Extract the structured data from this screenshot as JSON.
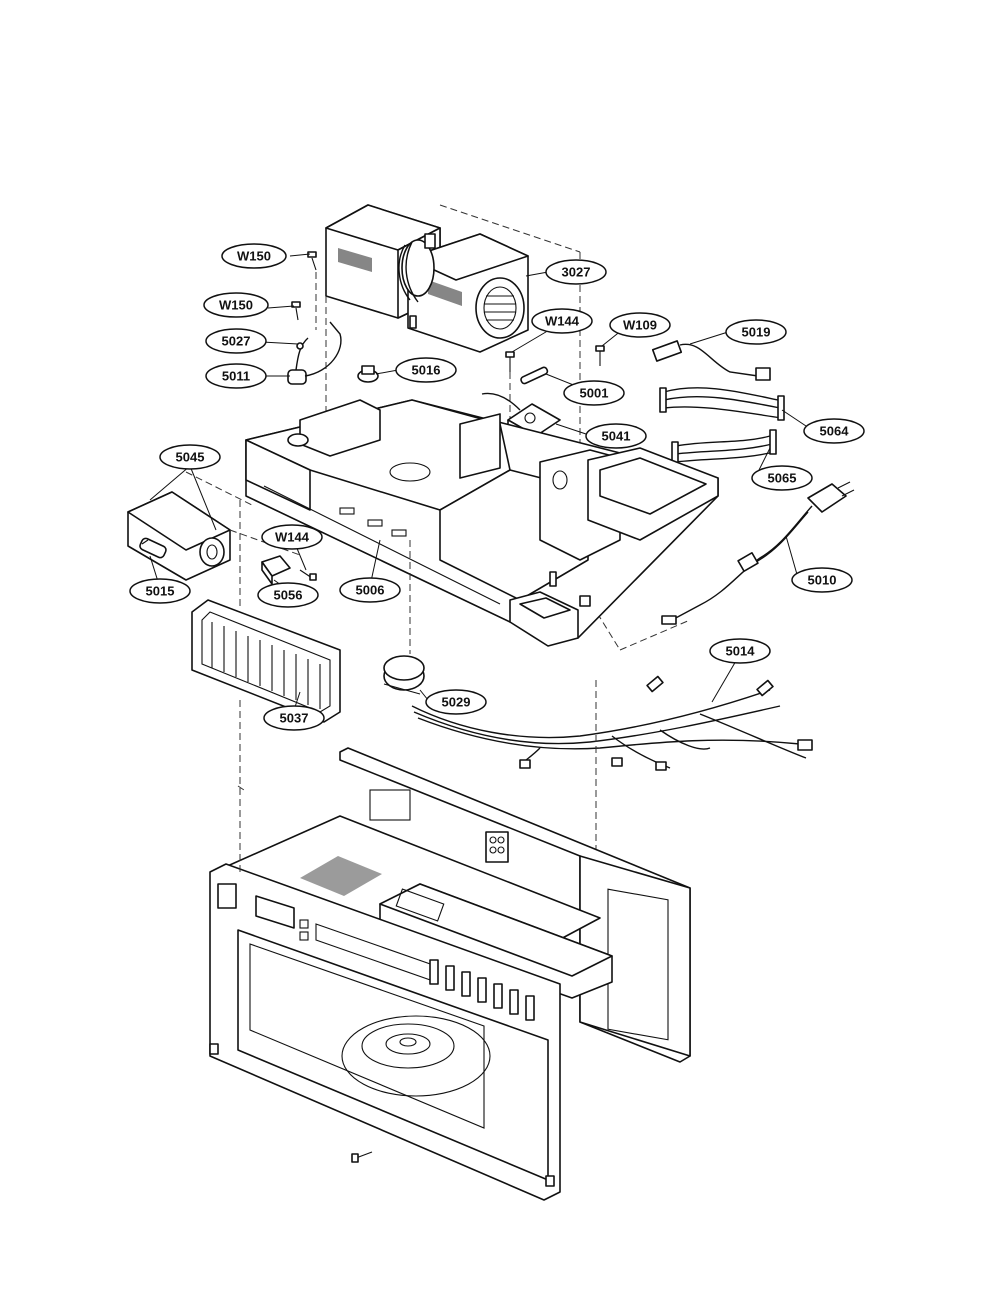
{
  "callouts": [
    {
      "id": "W150_a",
      "text": "W150"
    },
    {
      "id": "W150_b",
      "text": "W150"
    },
    {
      "id": "5027",
      "text": "5027"
    },
    {
      "id": "5011",
      "text": "5011"
    },
    {
      "id": "3027",
      "text": "3027"
    },
    {
      "id": "5016",
      "text": "5016"
    },
    {
      "id": "W144_a",
      "text": "W144"
    },
    {
      "id": "W109",
      "text": "W109"
    },
    {
      "id": "5019",
      "text": "5019"
    },
    {
      "id": "5001",
      "text": "5001"
    },
    {
      "id": "5041",
      "text": "5041"
    },
    {
      "id": "5064",
      "text": "5064"
    },
    {
      "id": "5065",
      "text": "5065"
    },
    {
      "id": "5045",
      "text": "5045"
    },
    {
      "id": "W144_b",
      "text": "W144"
    },
    {
      "id": "5015",
      "text": "5015"
    },
    {
      "id": "5056",
      "text": "5056"
    },
    {
      "id": "5006",
      "text": "5006"
    },
    {
      "id": "5010",
      "text": "5010"
    },
    {
      "id": "5037",
      "text": "5037"
    },
    {
      "id": "5029",
      "text": "5029"
    },
    {
      "id": "5014",
      "text": "5014"
    }
  ]
}
